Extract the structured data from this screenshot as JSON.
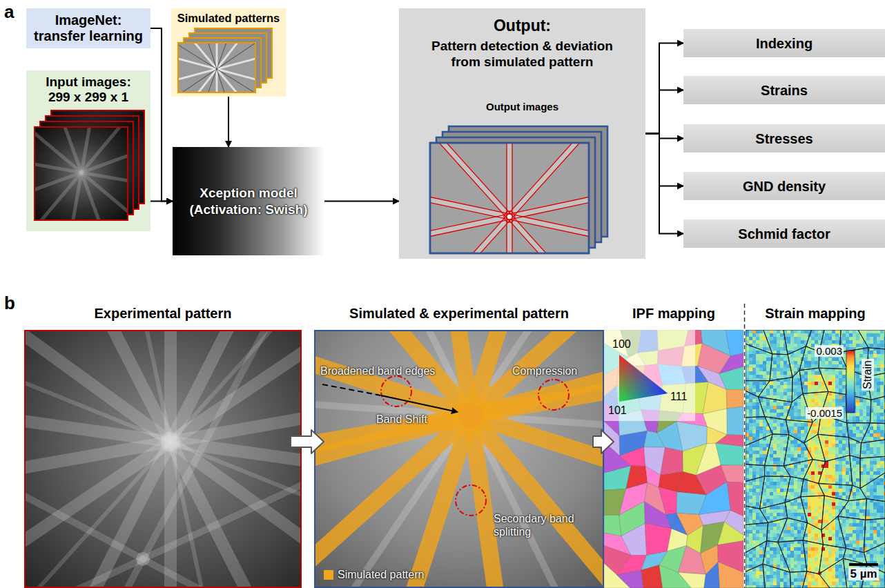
{
  "diagram": {
    "nodes": [
      {
        "text": [
          "ImageNet: transfer learning"
        ]
      },
      {
        "text": [
          "Input images: 299 x 299 x 1"
        ]
      },
      {
        "text": [
          "Simulated patterns"
        ]
      },
      {
        "text": [
          "Xception model (Activation: Swish)"
        ]
      },
      {
        "text": [
          "Output:",
          "Pattern detection & deviation from simulated pattern",
          "Output images"
        ]
      },
      {
        "text": [
          "Indexing"
        ]
      },
      {
        "text": [
          "Strains"
        ]
      },
      {
        "text": [
          "Stresses"
        ]
      },
      {
        "text": [
          "GND density"
        ]
      },
      {
        "text": [
          "Schmid factor"
        ]
      },
      {
        "text": [
          "Experimental pattern"
        ]
      },
      {
        "text": [
          "Simulated & experimental pattern",
          "Broadened band edges",
          "Compression",
          "Band Shift",
          "Secondary band splitting"
        ]
      },
      {
        "text": [
          "IPF mapping"
        ]
      },
      {
        "text": [
          "Strain mapping"
        ]
      }
    ],
    "edges": [
      {
        "from": 0,
        "to": 3,
        "arrow": "to"
      },
      {
        "from": 1,
        "to": 3,
        "arrow": "to"
      },
      {
        "from": 2,
        "to": 3,
        "arrow": "to"
      },
      {
        "from": 3,
        "to": 4,
        "arrow": "to"
      },
      {
        "from": 4,
        "to": 5,
        "arrow": "to"
      },
      {
        "from": 4,
        "to": 6,
        "arrow": "to"
      },
      {
        "from": 4,
        "to": 7,
        "arrow": "to"
      },
      {
        "from": 4,
        "to": 8,
        "arrow": "to"
      },
      {
        "from": 4,
        "to": 9,
        "arrow": "to"
      },
      {
        "from": 10,
        "to": 11,
        "arrow": "to"
      },
      {
        "from": 11,
        "to": 12,
        "arrow": "to"
      }
    ],
    "labels": [
      "a",
      "b",
      "100",
      "101",
      "111",
      "0.003",
      "Strain",
      "-0.0015",
      "5 µm"
    ],
    "legend": [
      {
        "text": "Simulated pattern",
        "color": "#efa51c"
      }
    ]
  }
}
